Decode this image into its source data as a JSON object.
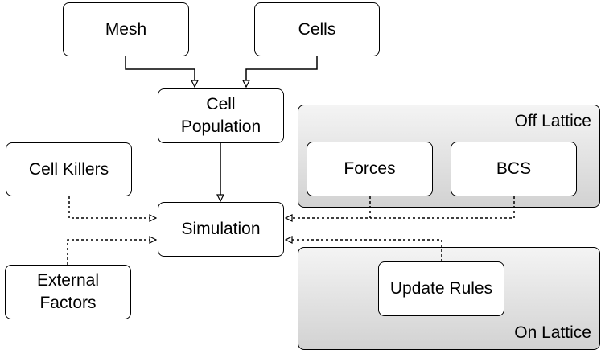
{
  "diagram": {
    "nodes": {
      "mesh": "Mesh",
      "cells": "Cells",
      "cell_population": "Cell\nPopulation",
      "cell_killers": "Cell Killers",
      "simulation": "Simulation",
      "external_factors": "External\nFactors",
      "forces": "Forces",
      "bcs": "BCS",
      "update_rules": "Update Rules"
    },
    "groups": {
      "off_lattice": "Off Lattice",
      "on_lattice": "On Lattice"
    },
    "edges": [
      {
        "from": "mesh",
        "to": "cell_population",
        "style": "solid"
      },
      {
        "from": "cells",
        "to": "cell_population",
        "style": "solid"
      },
      {
        "from": "cell_population",
        "to": "simulation",
        "style": "solid"
      },
      {
        "from": "cell_killers",
        "to": "simulation",
        "style": "dotted"
      },
      {
        "from": "external_factors",
        "to": "simulation",
        "style": "dotted"
      },
      {
        "from": "forces",
        "to": "simulation",
        "style": "dotted"
      },
      {
        "from": "bcs",
        "to": "simulation",
        "style": "dotted"
      },
      {
        "from": "update_rules",
        "to": "simulation",
        "style": "dotted"
      }
    ]
  }
}
